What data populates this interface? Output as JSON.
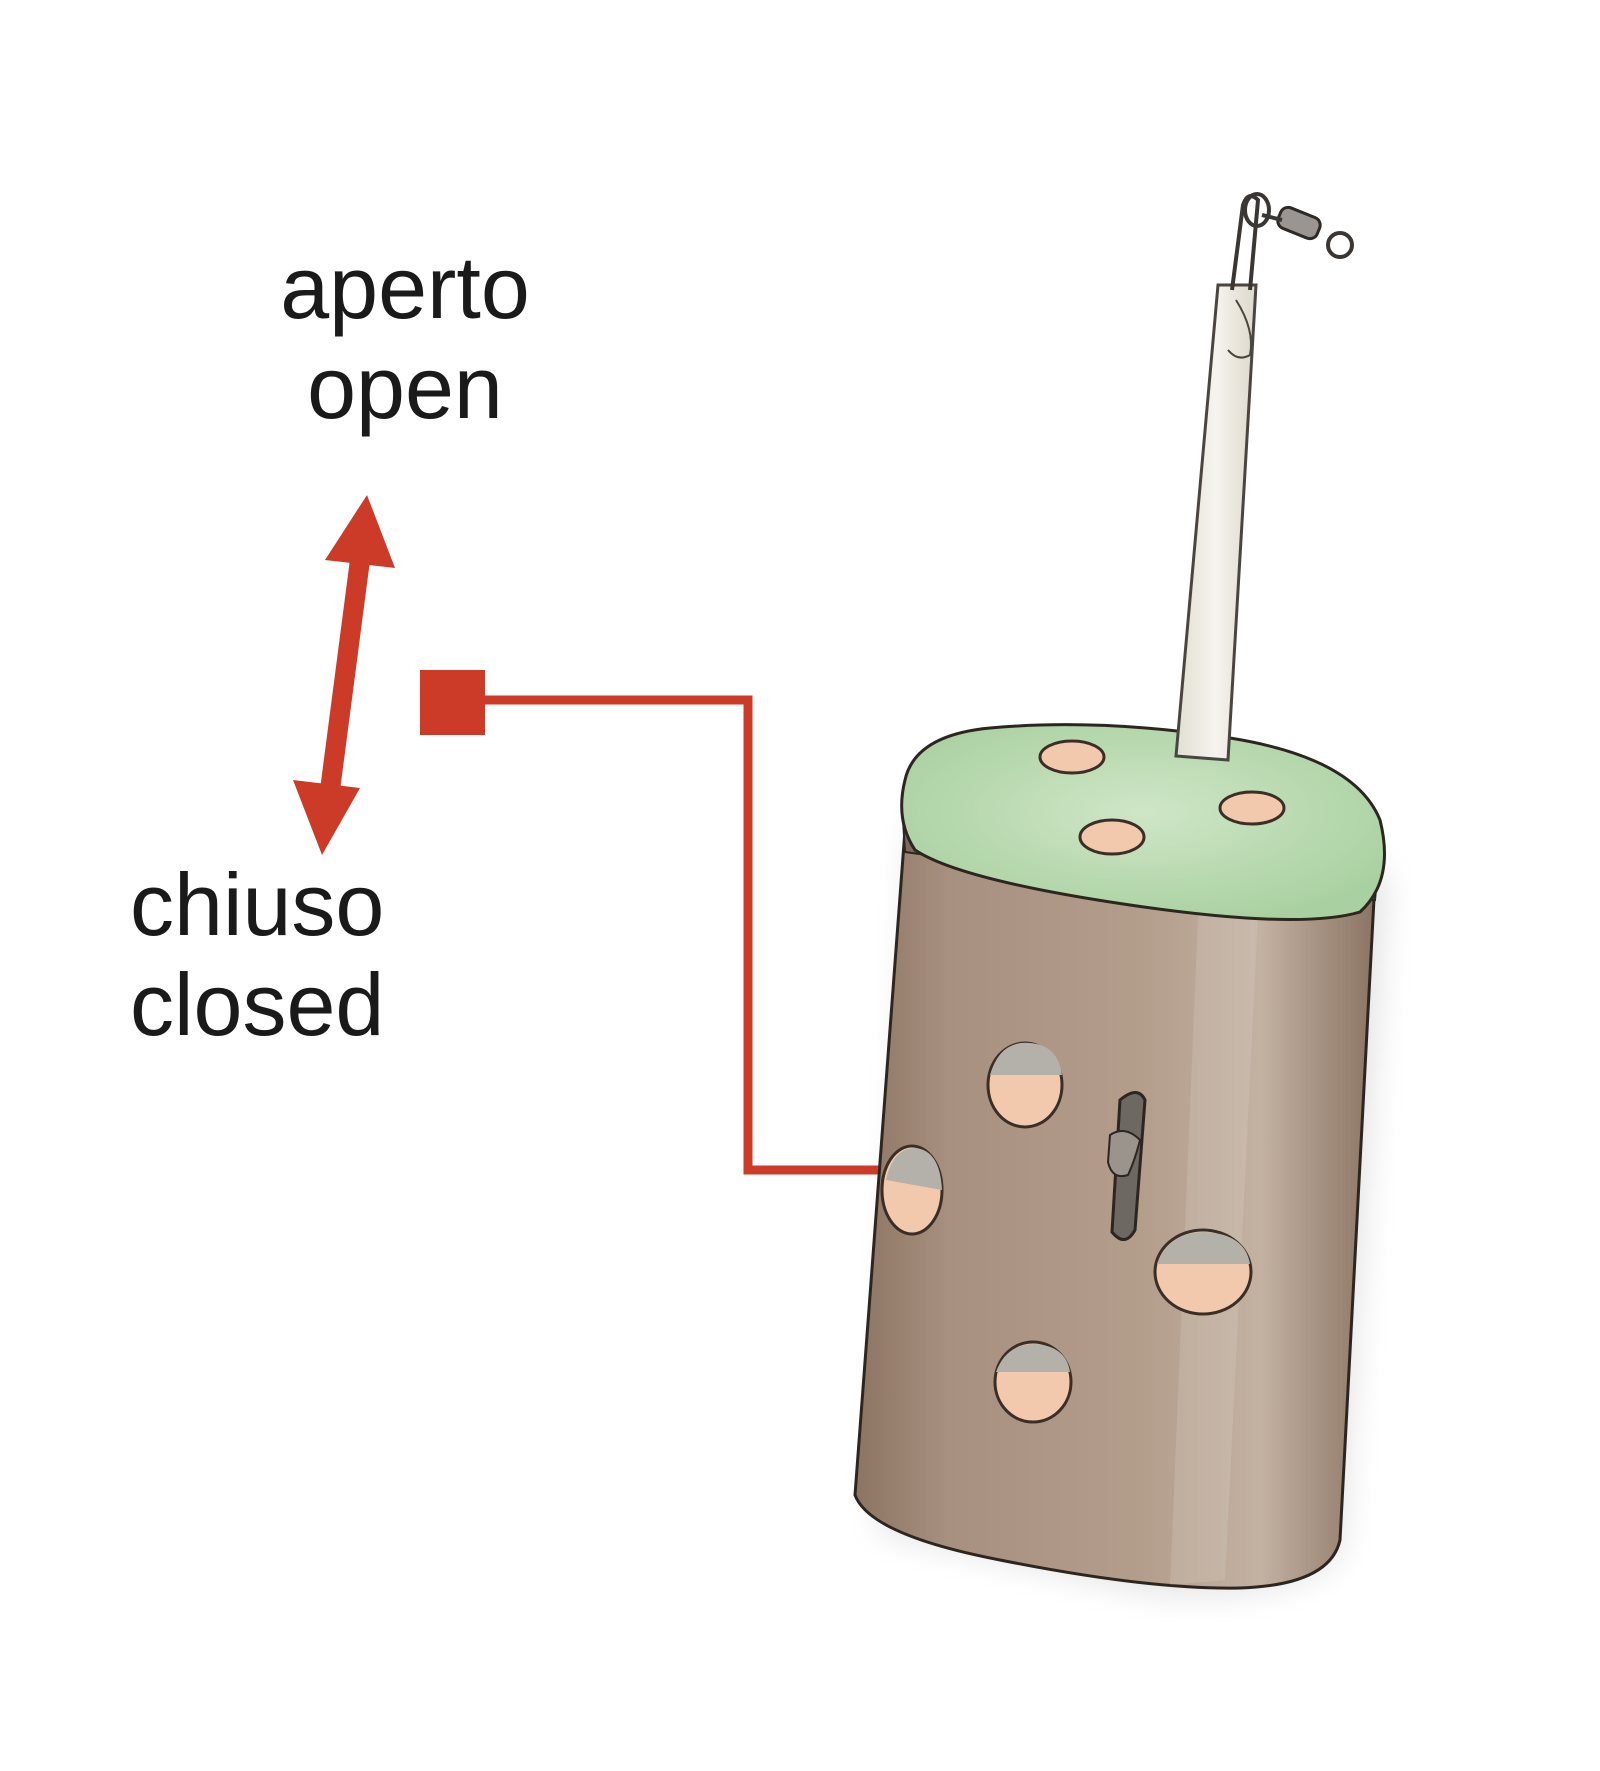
{
  "labels": {
    "open_it": "aperto",
    "open_en": "open",
    "closed_it": "chiuso",
    "closed_en": "closed"
  },
  "colors": {
    "arrow": "#cc3a28",
    "body": "#a88f7c",
    "lid": "#b8d9b0",
    "hole": "#f2c9ac",
    "strip": "#f1efe7",
    "text": "#1a1a1a"
  },
  "icons": {
    "adjust_arrow": "double-headed-arrow",
    "pointer": "square-elbow-arrow",
    "feeder": "fishing-method-feeder",
    "swivel": "swivel-clip"
  }
}
